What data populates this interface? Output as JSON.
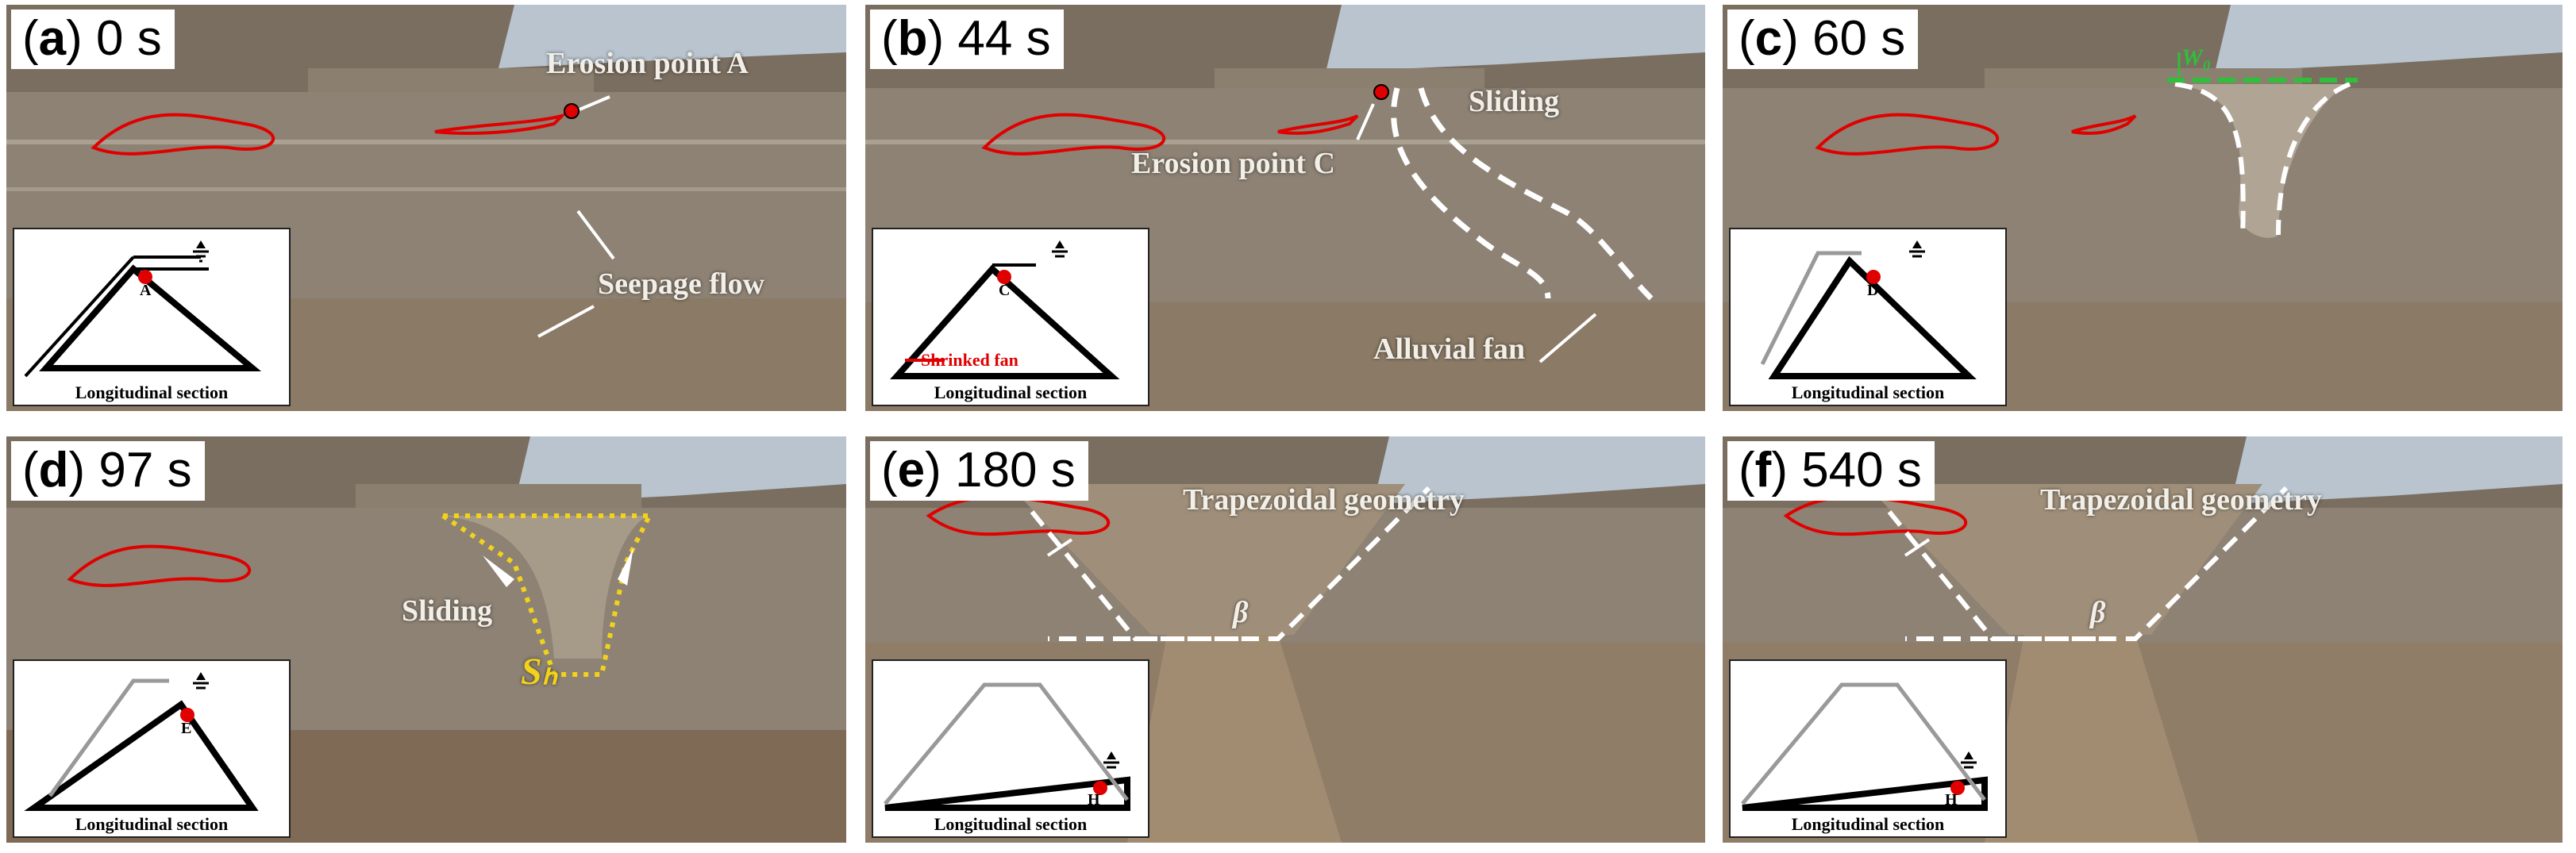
{
  "panels": [
    {
      "letter": "a",
      "time": " 0 s",
      "annotations": {
        "erosion": "Erosion point A",
        "seepage": "Seepage flow"
      },
      "inset": {
        "point": "A",
        "caption": "Longitudinal section"
      }
    },
    {
      "letter": "b",
      "time": " 44 s",
      "annotations": {
        "erosion": "Erosion point C",
        "sliding": "Sliding",
        "fan": "Alluvial fan"
      },
      "inset": {
        "point": "C",
        "caption": "Longitudinal section",
        "note": "Shrinked fan"
      }
    },
    {
      "letter": "c",
      "time": " 60 s",
      "annotations": {
        "width": "W₀"
      },
      "inset": {
        "point": "D",
        "caption": "Longitudinal section"
      }
    },
    {
      "letter": "d",
      "time": " 97 s",
      "annotations": {
        "sliding": "Sliding",
        "sb": "Sₕ"
      },
      "inset": {
        "point": "E",
        "caption": "Longitudinal section"
      }
    },
    {
      "letter": "e",
      "time": " 180 s",
      "annotations": {
        "trap": "Trapezoidal geometry",
        "beta": "β"
      },
      "inset": {
        "point": "H",
        "caption": "Longitudinal section"
      }
    },
    {
      "letter": "f",
      "time": " 540 s",
      "annotations": {
        "trap": "Trapezoidal geometry",
        "beta": "β"
      },
      "inset": {
        "point": "H",
        "caption": "Longitudinal section"
      }
    }
  ],
  "colors": {
    "sky_tarp": "#b9c4cf",
    "water": "#8b8070",
    "rubble": "#6f6456",
    "rubble_light": "#9a8f80",
    "flood": "#8a7560",
    "outline_red": "#e00000",
    "dash_white": "#ffffff",
    "dash_yellow": "#f2d21a",
    "dash_green": "#2fbf3a"
  }
}
